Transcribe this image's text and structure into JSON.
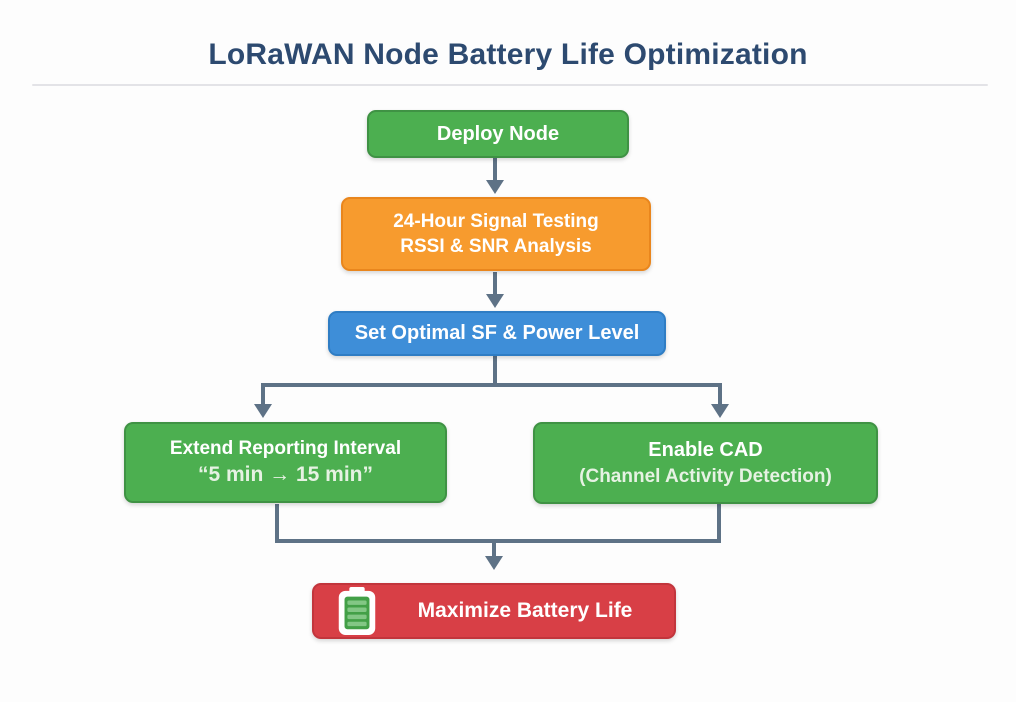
{
  "header": {
    "title": "LoRaWAN Node Battery Life Optimization"
  },
  "colors": {
    "title_navy": "#2d4a70",
    "node_green": "#4caf50",
    "node_green_border": "#3f9244",
    "node_orange": "#f79b2e",
    "node_orange_border": "#e9861d",
    "node_blue": "#3e8ed8",
    "node_blue_border": "#2f7dc4",
    "node_red": "#d83f46",
    "node_red_border": "#c2353c",
    "connector_slate": "#5e7286",
    "divider_gray": "#e3e3e7",
    "battery_fill_green": "#43a047",
    "battery_stripe_green": "#83c785"
  },
  "flowchart": {
    "nodes": [
      {
        "id": "deploy-node",
        "lines": [
          "Deploy Node"
        ]
      },
      {
        "id": "signal-testing",
        "lines": [
          "24-Hour Signal Testing",
          "RSSI & SNR Analysis"
        ]
      },
      {
        "id": "set-optimal",
        "lines": [
          "Set Optimal SF & Power Level"
        ]
      },
      {
        "id": "extend-interval",
        "lines": [
          "Extend Reporting Interval",
          "“5 min → 15 min”"
        ]
      },
      {
        "id": "enable-cad",
        "lines": [
          "Enable CAD",
          "(Channel Activity Detection)"
        ]
      },
      {
        "id": "maximize-battery",
        "lines": [
          "Maximize Battery Life"
        ],
        "icon": "battery-icon"
      }
    ]
  }
}
